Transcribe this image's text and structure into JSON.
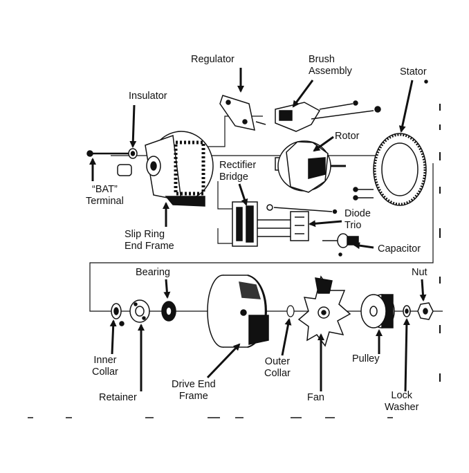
{
  "labels": {
    "regulator": "Regulator",
    "brush_assembly": [
      "Brush",
      "Assembly"
    ],
    "stator": "Stator",
    "insulator": "Insulator",
    "rotor": "Rotor",
    "rectifier_bridge": [
      "Rectifier",
      "Bridge"
    ],
    "bat_terminal": [
      "“BAT”",
      "Terminal"
    ],
    "diode_trio": [
      "Diode",
      "Trio"
    ],
    "slip_ring_end_frame": [
      "Slip Ring",
      "End Frame"
    ],
    "capacitor": "Capacitor",
    "bearing": "Bearing",
    "nut": "Nut",
    "inner_collar": [
      "Inner",
      "Collar"
    ],
    "outer_collar": [
      "Outer",
      "Collar"
    ],
    "pulley": "Pulley",
    "drive_end_frame": [
      "Drive End",
      "Frame"
    ],
    "retainer": "Retainer",
    "fan": "Fan",
    "lock_washer": [
      "Lock",
      "Washer"
    ]
  },
  "colors": {
    "ink": "#111111",
    "paper": "#ffffff"
  }
}
